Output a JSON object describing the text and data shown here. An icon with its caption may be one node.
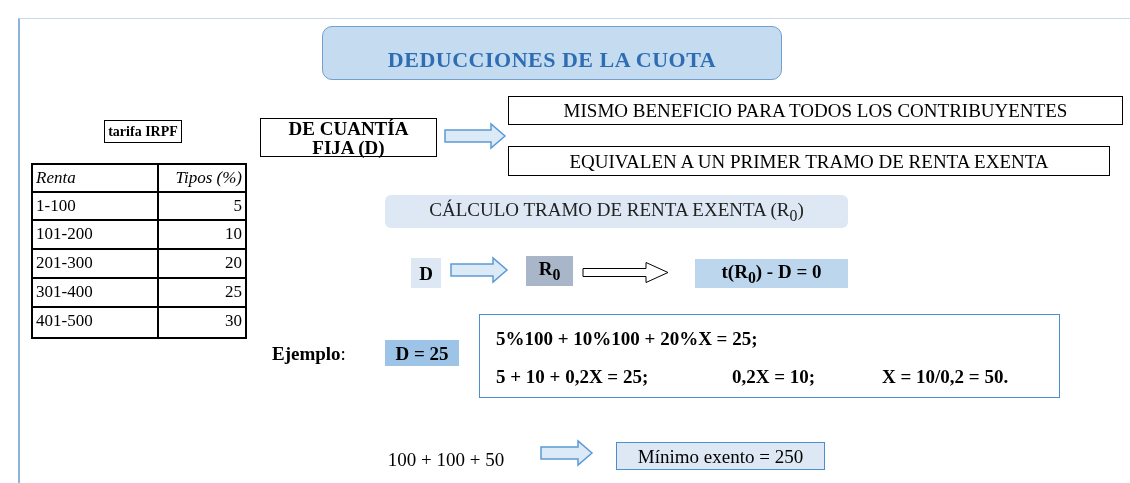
{
  "diagram": {
    "title": "DEDUCCIONES DE LA CUOTA",
    "nodes": [
      {
        "text": [
          "tarifa IRPF"
        ]
      },
      {
        "text": [
          "DE CUANTÍA FIJA (D)"
        ]
      },
      {
        "text": [
          "MISMO BENEFICIO PARA TODOS LOS CONTRIBUYENTES"
        ]
      },
      {
        "text": [
          "EQUIVALEN A UN PRIMER TRAMO DE RENTA EXENTA"
        ]
      },
      {
        "text": [
          "CÁLCULO TRAMO DE RENTA EXENTA (R$_{0}$)"
        ]
      },
      {
        "text": [
          "D"
        ]
      },
      {
        "text": [
          "R$_{0}$"
        ]
      },
      {
        "text": [
          "t(R$_{0}$) - D = 0"
        ]
      },
      {
        "text": [
          "D = 25"
        ],
        "beside": [
          "**Ejemplo**:"
        ]
      },
      {
        "text": [
          "5%100 + 10%100 + 20%X = 25;",
          "5 + 10 + 0,2X = 25;",
          "0,2X = 10;",
          "X = 10/0,2 = 50."
        ]
      },
      {
        "text": [
          "100 + 100 + 50"
        ]
      },
      {
        "text": [
          "Mínimo exento = 250"
        ]
      }
    ],
    "edges": [
      {
        "from": 1,
        "to": 2,
        "arrow": "to"
      },
      {
        "from": 1,
        "to": 3,
        "arrow": "to"
      },
      {
        "from": 5,
        "to": 6,
        "arrow": "to"
      },
      {
        "from": 6,
        "to": 7,
        "arrow": "to",
        "color": "#000000"
      },
      {
        "from": 10,
        "to": 11,
        "arrow": "to"
      }
    ],
    "labels": [
      "Renta",
      "Tipos (%)",
      "1-100",
      "5",
      "101-200",
      "10",
      "201-300",
      "20",
      "301-400",
      "25",
      "401-500",
      "30"
    ]
  }
}
